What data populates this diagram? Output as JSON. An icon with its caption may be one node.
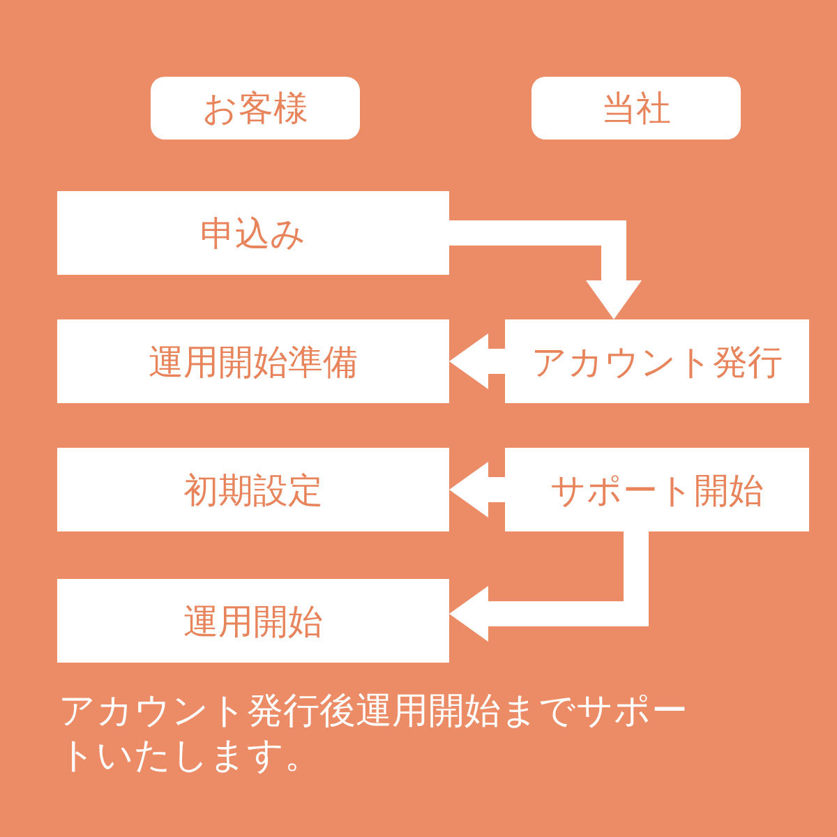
{
  "diagram": {
    "nodes": [
      {
        "text": [
          "お客様"
        ]
      },
      {
        "text": [
          "当社"
        ]
      },
      {
        "text": [
          "申込み"
        ]
      },
      {
        "text": [
          "運用開始準備"
        ]
      },
      {
        "text": [
          "アカウント発行"
        ]
      },
      {
        "text": [
          "初期設定"
        ]
      },
      {
        "text": [
          "サポート開始"
        ]
      },
      {
        "text": [
          "運用開始"
        ]
      }
    ],
    "edges": [
      {
        "from": 2,
        "to": 4,
        "arrow": "to"
      },
      {
        "from": 4,
        "to": 3,
        "arrow": "to"
      },
      {
        "from": 6,
        "to": 5,
        "arrow": "to"
      },
      {
        "from": 6,
        "to": 7,
        "arrow": "to"
      }
    ],
    "labels": [
      "アカウント発行後運用開始までサポートいたします。"
    ]
  }
}
